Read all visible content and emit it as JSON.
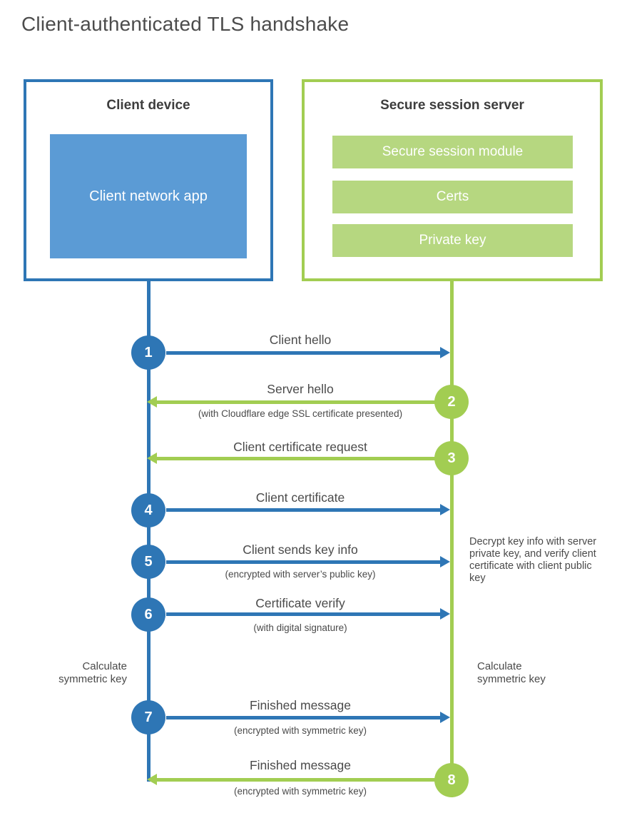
{
  "title": "Client-authenticated TLS handshake",
  "colors": {
    "blue_dark": "#2e76b5",
    "blue_light": "#5b9bd5",
    "green_dark": "#a2cd52",
    "green_light": "#b6d780",
    "text_dark": "#3d3d3d",
    "text_gray": "#4a4a4a"
  },
  "client_box": {
    "title": "Client device",
    "inner_label": "Client network app"
  },
  "server_box": {
    "title": "Secure session server",
    "modules": [
      "Secure session module",
      "Certs",
      "Private key"
    ]
  },
  "steps": [
    {
      "num": "1",
      "direction": "right",
      "color": "blue",
      "label": "Client hello",
      "sublabel": ""
    },
    {
      "num": "2",
      "direction": "left",
      "color": "green",
      "label": "Server hello",
      "sublabel": "(with Cloudflare edge SSL certificate presented)"
    },
    {
      "num": "3",
      "direction": "left",
      "color": "green",
      "label": "Client certificate request",
      "sublabel": ""
    },
    {
      "num": "4",
      "direction": "right",
      "color": "blue",
      "label": "Client certificate",
      "sublabel": ""
    },
    {
      "num": "5",
      "direction": "right",
      "color": "blue",
      "label": "Client sends key info",
      "sublabel": "(encrypted with server’s public key)"
    },
    {
      "num": "6",
      "direction": "right",
      "color": "blue",
      "label": "Certificate verify",
      "sublabel": "(with digital signature)"
    },
    {
      "num": "7",
      "direction": "right",
      "color": "blue",
      "label": "Finished message",
      "sublabel": "(encrypted with symmetric key)"
    },
    {
      "num": "8",
      "direction": "left",
      "color": "green",
      "label": "Finished message",
      "sublabel": "(encrypted with symmetric key)"
    }
  ],
  "annotations": {
    "decrypt_note": "Decrypt key info with server private key, and verify client certificate with client public key",
    "calc_left": "Calculate symmetric key",
    "calc_right": "Calculate symmetric key"
  }
}
